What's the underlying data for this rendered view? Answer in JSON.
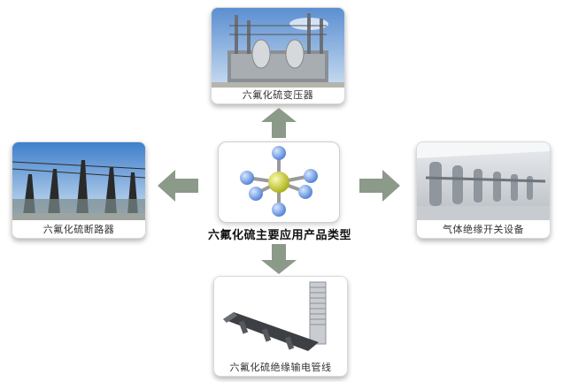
{
  "center": {
    "label": "六氟化硫主要应用产品类型",
    "icon": "sf6-molecule-icon"
  },
  "products": {
    "top": {
      "caption": "六氟化硫变压器",
      "icon": "transformer-photo"
    },
    "left": {
      "caption": "六氟化硫断路器",
      "icon": "circuit-breaker-photo"
    },
    "right": {
      "caption": "气体绝缘开关设备",
      "icon": "gis-switchgear-photo"
    },
    "bottom": {
      "caption": "六氟化硫绝缘输电管线",
      "icon": "gil-pipeline-photo"
    }
  },
  "colors": {
    "arrow": "#8c9a89",
    "sulfur": "#d8dd33",
    "fluorine": "#7ea8e8"
  }
}
